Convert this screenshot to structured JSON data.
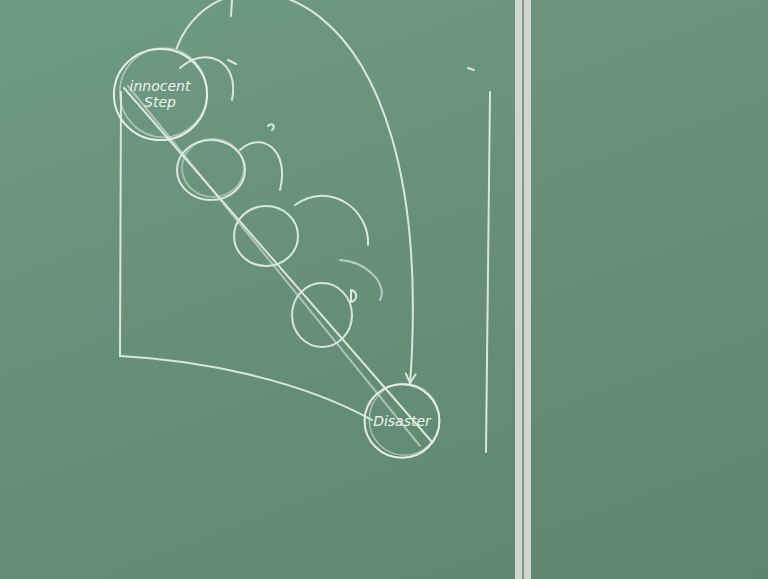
{
  "diagram": {
    "nodes": [
      {
        "text": [
          "innocent Step"
        ]
      },
      {
        "text": [
          "Disaster"
        ]
      }
    ],
    "edges": [
      {
        "from": 0,
        "to": 1,
        "arrow": "to"
      }
    ]
  }
}
